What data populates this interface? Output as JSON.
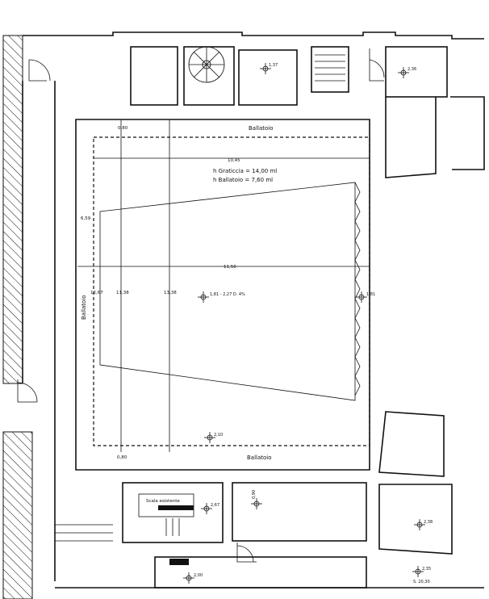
{
  "labels": {
    "ballatoio_top": "Ballatoio",
    "ballatoio_bottom": "Ballatoio",
    "ballatoio_left": "Ballatoio",
    "h_graticcia": "h Graticcia = 14,00 ml",
    "h_ballatoio": "h Ballatoio = 7,60 ml",
    "scale_esistente": "Scala esistente"
  },
  "dimensions": {
    "d_0_80_top": "0,80",
    "d_0_80_bottom": "0,80",
    "d_10_45": "10,45",
    "d_11_56": "11,56",
    "d_6_59": "6,59",
    "d_11_38": "11,38",
    "d_13_38": "13,38",
    "d_12_67": "12,67"
  },
  "elevations": {
    "e_center": "1,81 - 2,27 D. 4%",
    "e_right": "1,81",
    "e_1_37": "1,37",
    "e_2_36": "2,36",
    "e_2_10": "2,10",
    "e_2_67": "2,67",
    "e_0_90": "0,90",
    "e_2_38": "2,38",
    "e_2_35": "2,35",
    "e_2_00": "2,00",
    "e_s_20_30": "S. 20,30"
  }
}
